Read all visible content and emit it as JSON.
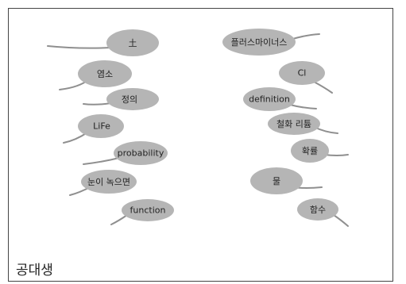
{
  "left_bubbles": [
    {
      "text": "土"
    },
    {
      "text": "염소"
    },
    {
      "text": "정의"
    },
    {
      "text": "LiFe"
    },
    {
      "text": "probability"
    },
    {
      "text": "눈이 녹으면"
    },
    {
      "text": "function"
    }
  ],
  "right_bubbles": [
    {
      "text": "플러스마이너스"
    },
    {
      "text": "Cl"
    },
    {
      "text": "definition"
    },
    {
      "text": "철화 리튬"
    },
    {
      "text": "확률"
    },
    {
      "text": "물"
    },
    {
      "text": "함수"
    }
  ],
  "caption": "공대생",
  "colors": {
    "bubble": "#b5b5b5",
    "tail": "#8f8f8f",
    "border": "#444444"
  }
}
